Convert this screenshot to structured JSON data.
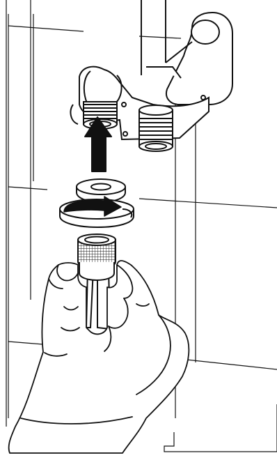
{
  "illustration": {
    "parts": [
      "wall-tiles",
      "shower-rail",
      "wall-bracket",
      "diverter-body",
      "threaded-outlet-left",
      "threaded-outlet-right",
      "washer",
      "rotation-direction",
      "hose-nut",
      "shower-hose",
      "hand"
    ],
    "arrows": [
      "up-arrow-icon",
      "clockwise-rotate-icon"
    ],
    "colors": {
      "line": "#111111",
      "fill": "#ffffff"
    }
  }
}
